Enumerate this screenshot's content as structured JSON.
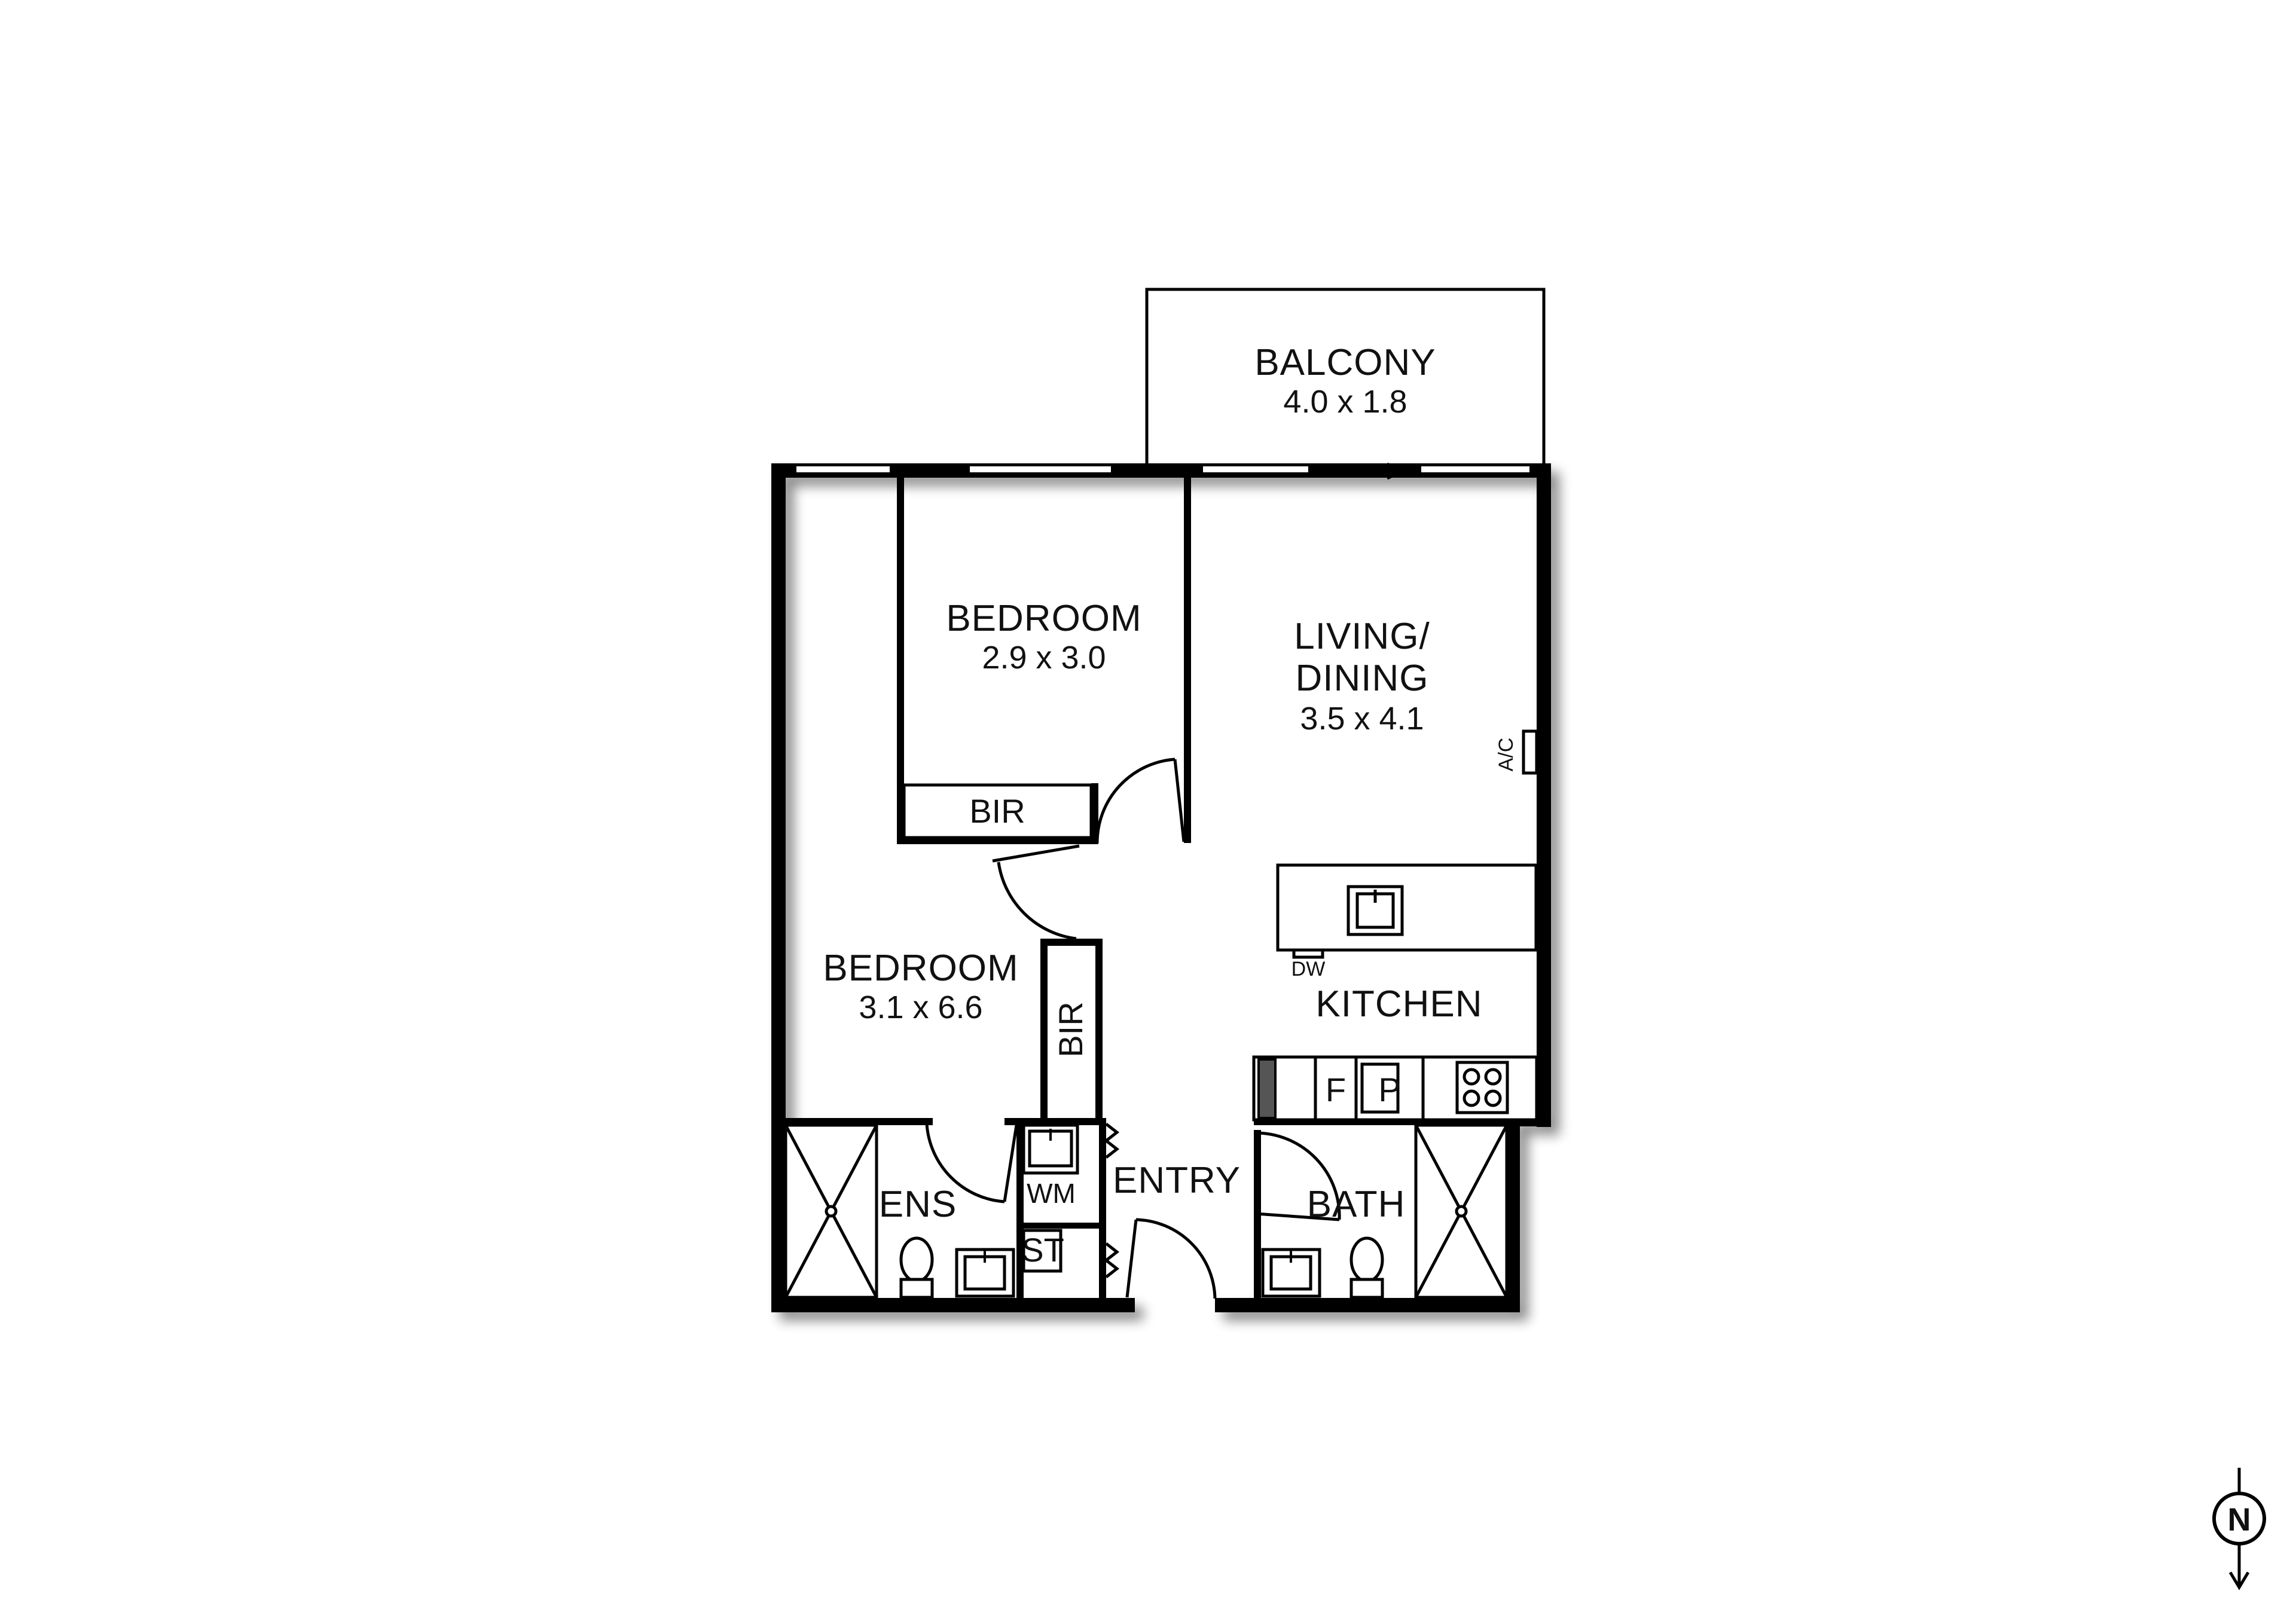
{
  "rooms": {
    "balcony": {
      "name": "BALCONY",
      "dims": "4.0 x 1.8"
    },
    "bedroom1": {
      "name": "BEDROOM",
      "dims": "2.9 x 3.0"
    },
    "bedroom2": {
      "name": "BEDROOM",
      "dims": "3.1 x 6.6"
    },
    "living": {
      "line1": "LIVING/",
      "line2": "DINING",
      "dims": "3.5 x 4.1"
    },
    "kitchen": {
      "name": "KITCHEN"
    },
    "ensuite": {
      "name": "ENS"
    },
    "bath": {
      "name": "BATH"
    },
    "entry": {
      "name": "ENTRY"
    }
  },
  "fixtures": {
    "bir_upper": "BIR",
    "bir_lower": "BIR",
    "ac": "A/C",
    "dishwasher": "DW",
    "fridge": "F",
    "pantry": "P",
    "washing_machine": "WM",
    "storage": "ST"
  },
  "compass": {
    "label": "N"
  },
  "colors": {
    "wall": "#000000",
    "background": "#ffffff",
    "shadow": "#bdbdbd"
  }
}
